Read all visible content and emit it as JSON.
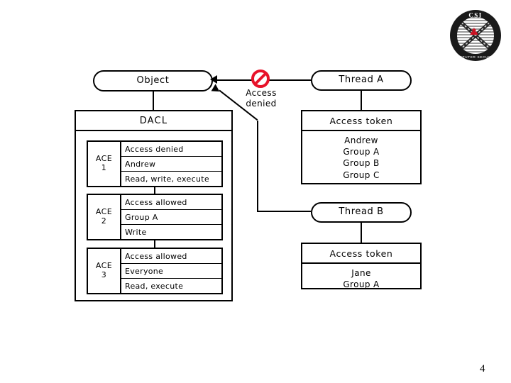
{
  "slide": {
    "page_number": "4",
    "logo": {
      "name": "csi-logo",
      "acronym": "CSI",
      "ring_color": "#1a1a1a",
      "leaf_color": "#cc1122"
    }
  },
  "object": {
    "label": "Object"
  },
  "dacl": {
    "header": "DACL",
    "aces": [
      {
        "label_line1": "ACE",
        "label_line2": "1",
        "rows": [
          "Access denied",
          "Andrew",
          "Read, write, execute"
        ]
      },
      {
        "label_line1": "ACE",
        "label_line2": "2",
        "rows": [
          "Access allowed",
          "Group A",
          "Write"
        ]
      },
      {
        "label_line1": "ACE",
        "label_line2": "3",
        "rows": [
          "Access allowed",
          "Everyone",
          "Read, execute"
        ]
      }
    ]
  },
  "threads": [
    {
      "name": "Thread A",
      "token_header": "Access token",
      "token_entries": [
        "Andrew",
        "Group A",
        "Group B",
        "Group C"
      ]
    },
    {
      "name": "Thread B",
      "token_header": "Access token",
      "token_entries": [
        "Jane",
        "Group A"
      ]
    }
  ],
  "denied": {
    "icon": "prohibition-icon",
    "icon_color": "#e8122a",
    "label_line1": "Access",
    "label_line2": "denied"
  }
}
